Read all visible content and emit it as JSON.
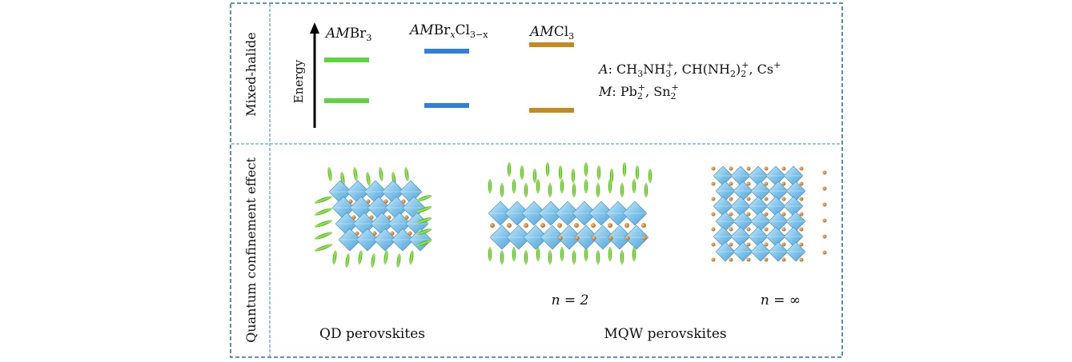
{
  "labels": {
    "row1_side": "Mixed-halide",
    "row2_side": "Quantum confinement effect",
    "energy_axis": "Energy"
  },
  "energy_levels": {
    "col1": {
      "prefix": "AM",
      "base": "Br",
      "sub": "3",
      "color": "#5cd43c"
    },
    "col2": {
      "prefix": "AM",
      "base1": "Br",
      "sub1": "x",
      "base2": "Cl",
      "sub2": "3−x",
      "color": "#2f7fe0"
    },
    "col3": {
      "prefix": "AM",
      "base": "Cl",
      "sub": "3",
      "color": "#c88a1c"
    }
  },
  "legend": {
    "a_label": "A",
    "a_text": ": CH",
    "m_label": "M",
    "m_text": ": Pb",
    "line_a_full": "A: CH3NH3+, CH(NH2)2+, Cs+",
    "line_m_full": "M: Pb2+, Sn2+"
  },
  "captions": {
    "qd": "QD perovskites",
    "mqw": "MQW perovskites",
    "n2": "n = 2",
    "ninf": "n = ∞"
  },
  "colors": {
    "border": "#2a6fbf",
    "inner_border": "#5aa9d6",
    "octahedron": "#7fc3ea",
    "ligand": "#6ed12a",
    "cation": "#c8781e"
  }
}
